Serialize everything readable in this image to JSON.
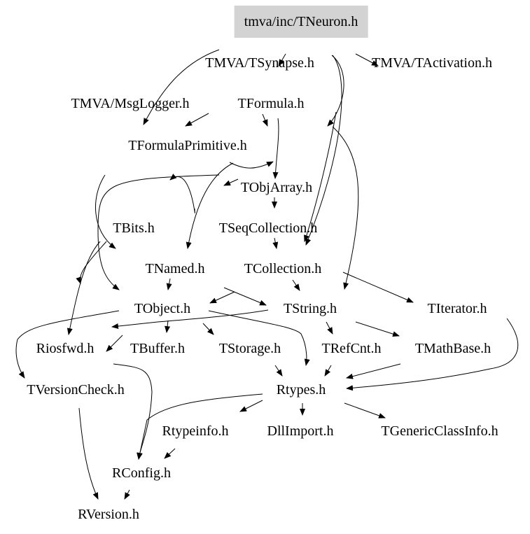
{
  "graph": {
    "root": "tmva/inc/TNeuron.h",
    "nodes": {
      "tsynapse": "TMVA/TSynapse.h",
      "tactivation": "TMVA/TActivation.h",
      "msglogger": "TMVA/MsgLogger.h",
      "tformula": "TFormula.h",
      "tformulaprimitive": "TFormulaPrimitive.h",
      "tobjarray": "TObjArray.h",
      "tbits": "TBits.h",
      "tseqcollection": "TSeqCollection.h",
      "tnamed": "TNamed.h",
      "tcollection": "TCollection.h",
      "tobject": "TObject.h",
      "tstring": "TString.h",
      "titerator": "TIterator.h",
      "riosfwd": "Riosfwd.h",
      "tbuffer": "TBuffer.h",
      "tstorage": "TStorage.h",
      "trefcnt": "TRefCnt.h",
      "tmathbase": "TMathBase.h",
      "tversioncheck": "TVersionCheck.h",
      "rtypes": "Rtypes.h",
      "rtypeinfo": "Rtypeinfo.h",
      "dllimport": "DllImport.h",
      "tgenericclassinfo": "TGenericClassInfo.h",
      "rconfig": "RConfig.h",
      "rversion": "RVersion.h"
    },
    "colors": {
      "root_fill": "#d3d3d3",
      "edge": "#000000"
    }
  }
}
